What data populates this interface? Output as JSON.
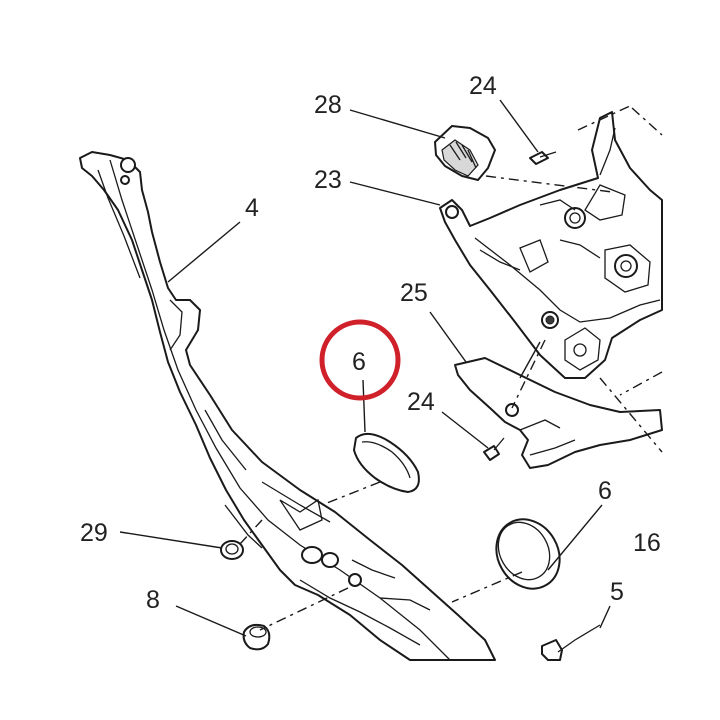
{
  "callouts": {
    "c24_top": "24",
    "c28": "28",
    "c23": "23",
    "c4": "4",
    "c25": "25",
    "c6_highlight": "6",
    "c24_mid": "24",
    "c6_right": "6",
    "c16": "16",
    "c29": "29",
    "c8": "8",
    "c5": "5"
  },
  "highlight_color": "#d0212a"
}
